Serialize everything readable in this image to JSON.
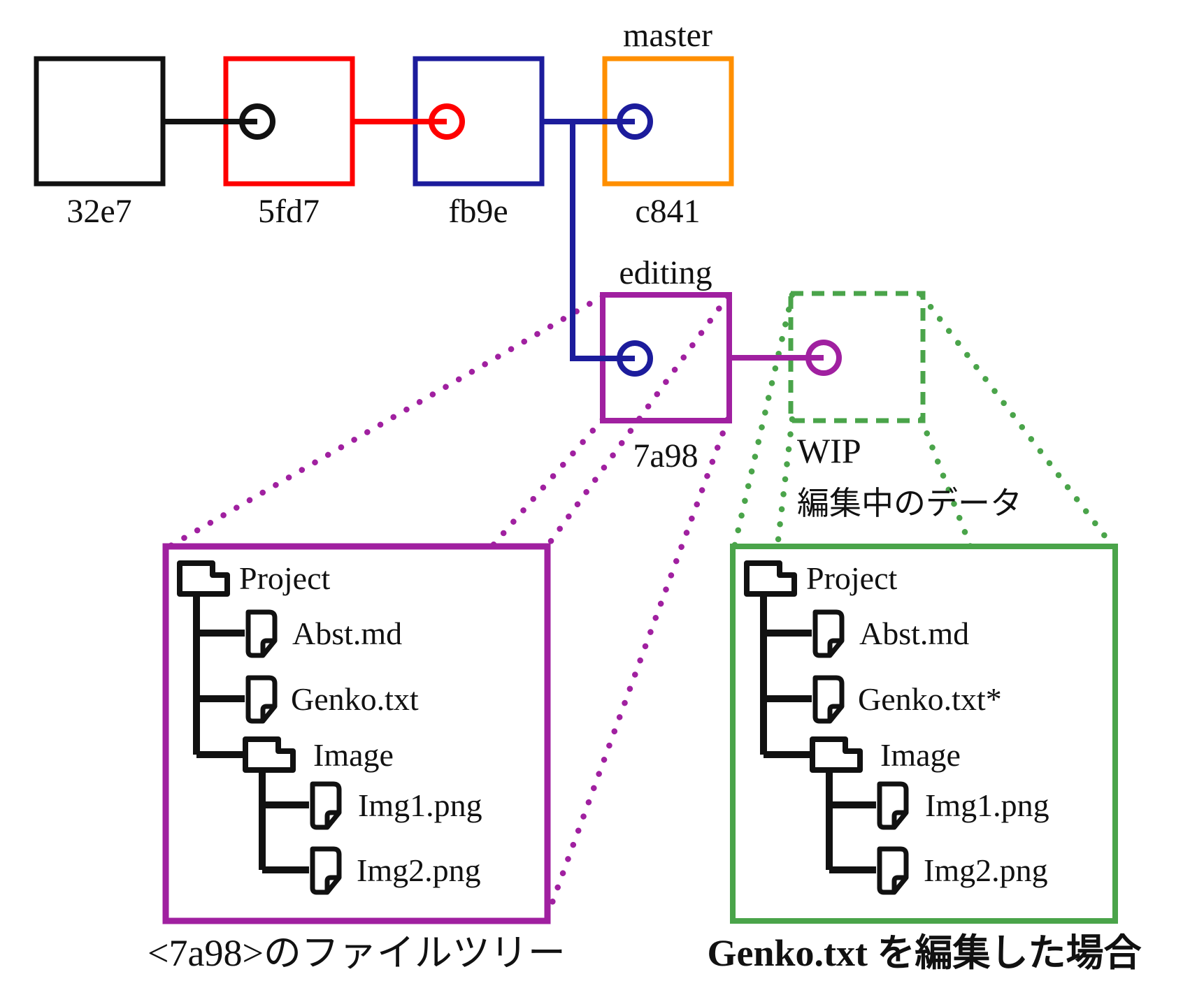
{
  "commit_graph": {
    "commit_ids": [
      "32e7",
      "5fd7",
      "fb9e",
      "c841",
      "7a98"
    ],
    "master_label": "master",
    "editing_label": "editing",
    "wip_label": "WIP",
    "wip_note": "編集中のデータ"
  },
  "file_trees": {
    "left": {
      "caption": "<7a98>のファイルツリー",
      "root": "Project",
      "file1": "Abst.md",
      "file2": "Genko.txt",
      "subfolder": "Image",
      "subfile1": "Img1.png",
      "subfile2": "Img2.png"
    },
    "right": {
      "caption": "Genko.txt を編集した場合",
      "root": "Project",
      "file1": "Abst.md",
      "file2": "Genko.txt*",
      "subfolder": "Image",
      "subfile1": "Img1.png",
      "subfile2": "Img2.png"
    }
  },
  "colors": {
    "commit_32e7": "#111111",
    "commit_5fd7": "#fe0000",
    "commit_fb9e": "#1c1c9c",
    "commit_c841": "#ff8f00",
    "commit_7a98": "#a020a0",
    "branch_text_green": "#1fb41f",
    "wip_green": "#4aa44a",
    "master_red": "#fe0000"
  }
}
